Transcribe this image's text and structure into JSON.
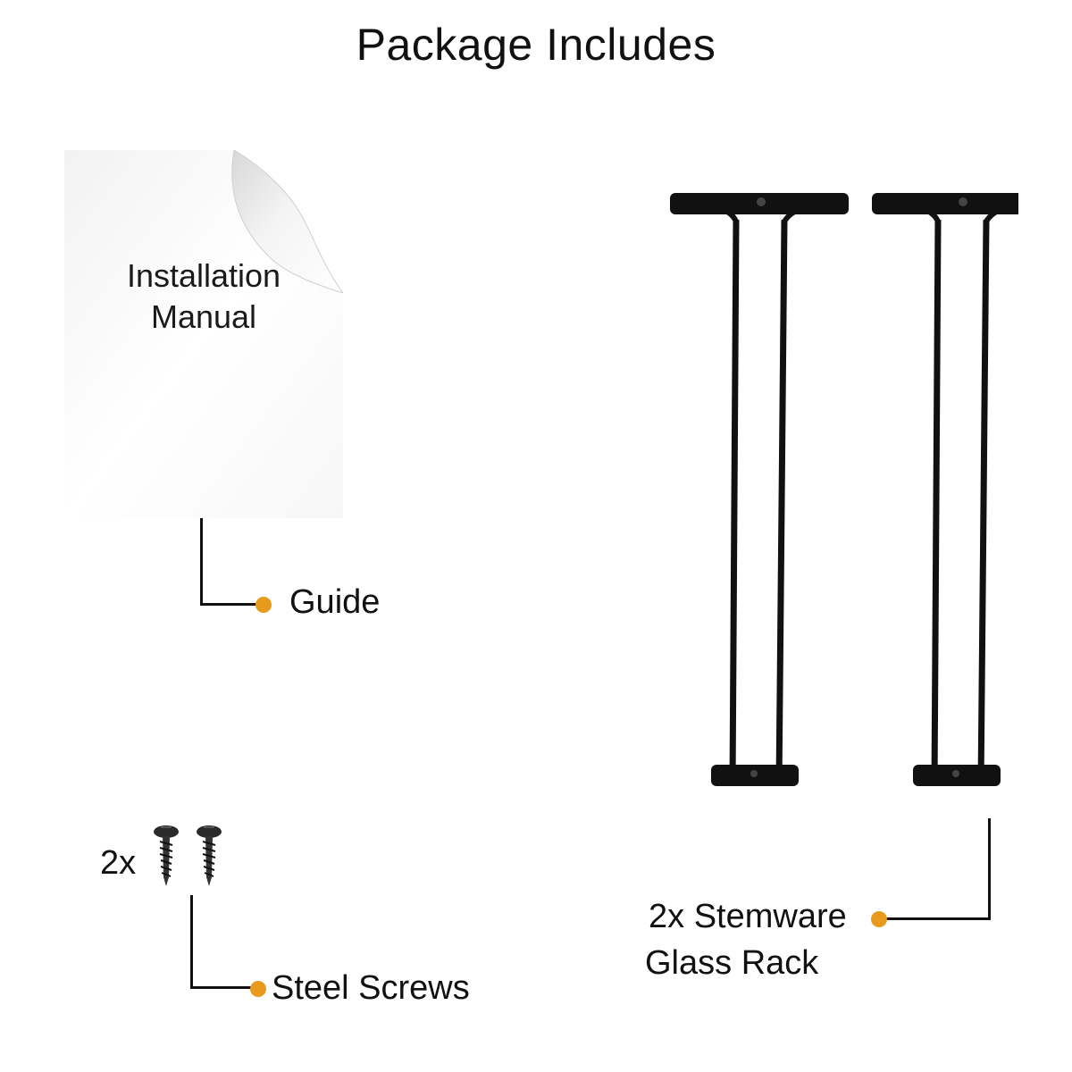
{
  "header": {
    "title": "Package Includes"
  },
  "manual": {
    "line1": "Installation",
    "line2": "Manual"
  },
  "labels": {
    "guide": "Guide",
    "screws_qty": "2x",
    "screws": "Steel Screws",
    "rack_line1": "2x Stemware",
    "rack_line2": "Glass Rack"
  },
  "colors": {
    "accent": "#e89a1c",
    "rack": "#111111",
    "paper": "#ffffff"
  },
  "icons": [
    "document-icon",
    "screw-icon",
    "stemware-rack-icon",
    "bullet-dot-icon"
  ]
}
